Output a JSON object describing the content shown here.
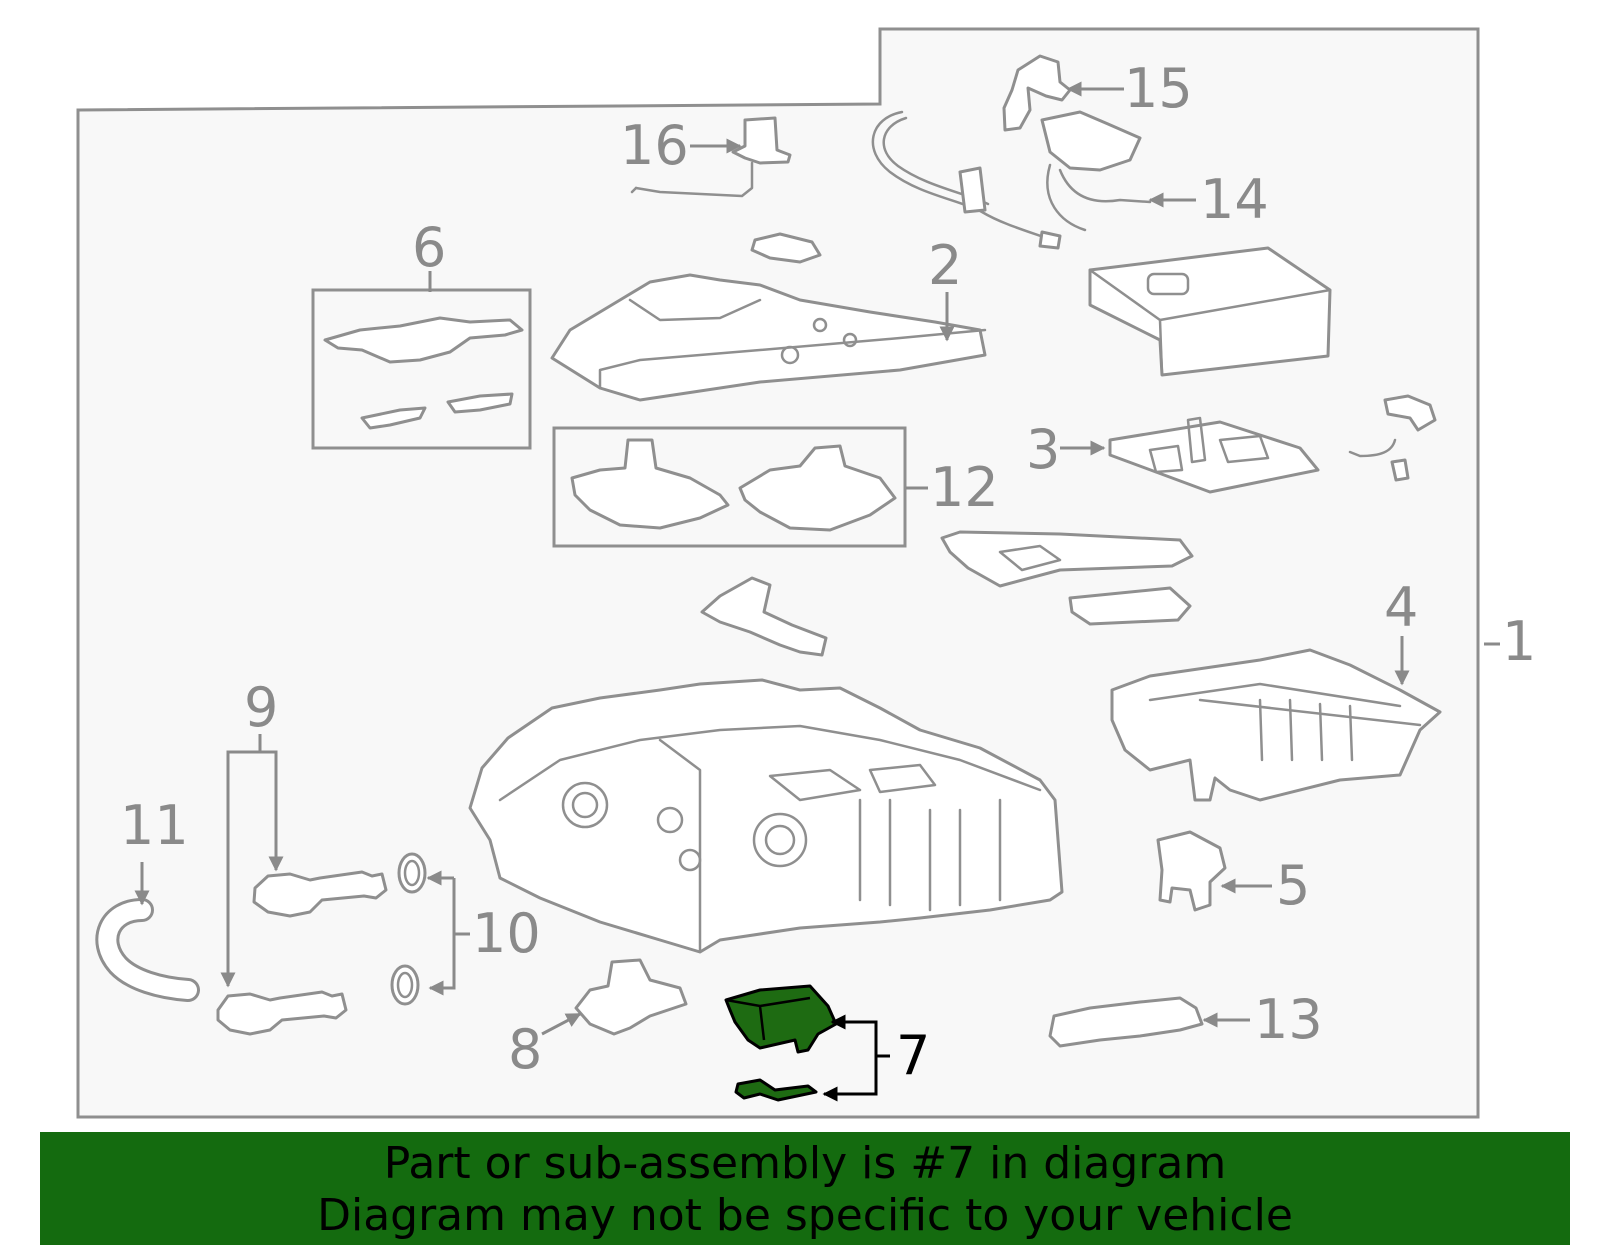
{
  "diagram": {
    "highlight_color": "#1e6b12",
    "frame_color": "#8f8f8f",
    "callouts": {
      "c1": "1",
      "c2": "2",
      "c3": "3",
      "c4": "4",
      "c5": "5",
      "c6": "6",
      "c7": "7",
      "c8": "8",
      "c9": "9",
      "c10": "10",
      "c11": "11",
      "c12": "12",
      "c13": "13",
      "c14": "14",
      "c15": "15",
      "c16": "16"
    }
  },
  "banner": {
    "background": "#146b0f",
    "line1": "Part or sub-assembly is #7 in diagram",
    "line2": "Diagram may not be specific to your vehicle"
  }
}
